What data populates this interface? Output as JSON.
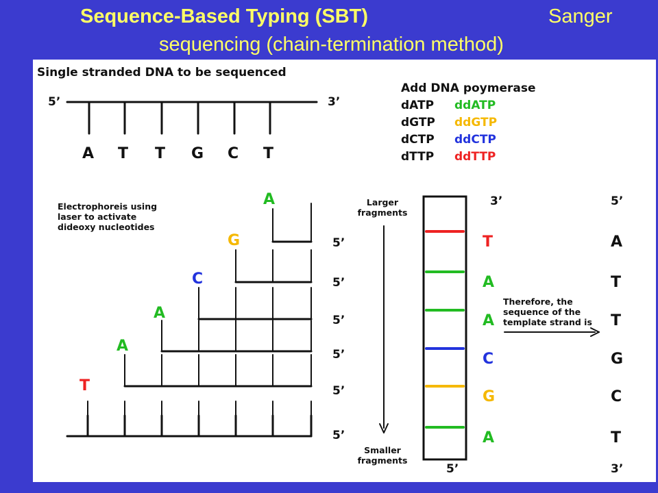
{
  "slide": {
    "title_bold": "Sequence-Based Typing (SBT)",
    "title_right": "Sanger",
    "title_line2": "sequencing (chain-termination method)"
  },
  "colors": {
    "background": "#3b3bcf",
    "title": "#ffff66",
    "A": "#22bb22",
    "T": "#ee2222",
    "G": "#f5b800",
    "C": "#2233dd",
    "black": "#111111"
  },
  "template": {
    "heading": "Single stranded DNA to be sequenced",
    "left_end": "5’",
    "right_end": "3’",
    "bases": [
      "A",
      "T",
      "T",
      "G",
      "C",
      "T"
    ]
  },
  "reagents": {
    "heading": "Add DNA poymerase",
    "rows": [
      {
        "dntp": "dATP",
        "ddntp": "ddATP",
        "color": "#22bb22"
      },
      {
        "dntp": "dGTP",
        "ddntp": "ddGTP",
        "color": "#f5b800"
      },
      {
        "dntp": "dCTP",
        "ddntp": "ddCTP",
        "color": "#2233dd"
      },
      {
        "dntp": "dTTP",
        "ddntp": "ddTTP",
        "color": "#ee2222"
      }
    ]
  },
  "electrophoresis": {
    "note": "Electrophoreis using laser to activate dideoxy nucleotides",
    "end_label": "5’",
    "fragment_ends": [
      {
        "base": "A",
        "color": "#22bb22"
      },
      {
        "base": "G",
        "color": "#f5b800"
      },
      {
        "base": "C",
        "color": "#2233dd"
      },
      {
        "base": "A",
        "color": "#22bb22"
      },
      {
        "base": "A",
        "color": "#22bb22"
      },
      {
        "base": "T",
        "color": "#ee2222"
      }
    ]
  },
  "gel": {
    "larger_label": "Larger fragments",
    "smaller_label": "Smaller fragments",
    "top_end": "3’",
    "bottom_end": "5’",
    "bands": [
      {
        "base": "T",
        "color": "#ee2222"
      },
      {
        "base": "A",
        "color": "#22bb22"
      },
      {
        "base": "A",
        "color": "#22bb22"
      },
      {
        "base": "C",
        "color": "#2233dd"
      },
      {
        "base": "G",
        "color": "#f5b800"
      },
      {
        "base": "A",
        "color": "#22bb22"
      }
    ]
  },
  "result": {
    "therefore_text": "Therefore, the sequence of the template strand is",
    "top_end": "5’",
    "bottom_end": "3’",
    "bases": [
      "A",
      "T",
      "T",
      "G",
      "C",
      "T"
    ]
  }
}
